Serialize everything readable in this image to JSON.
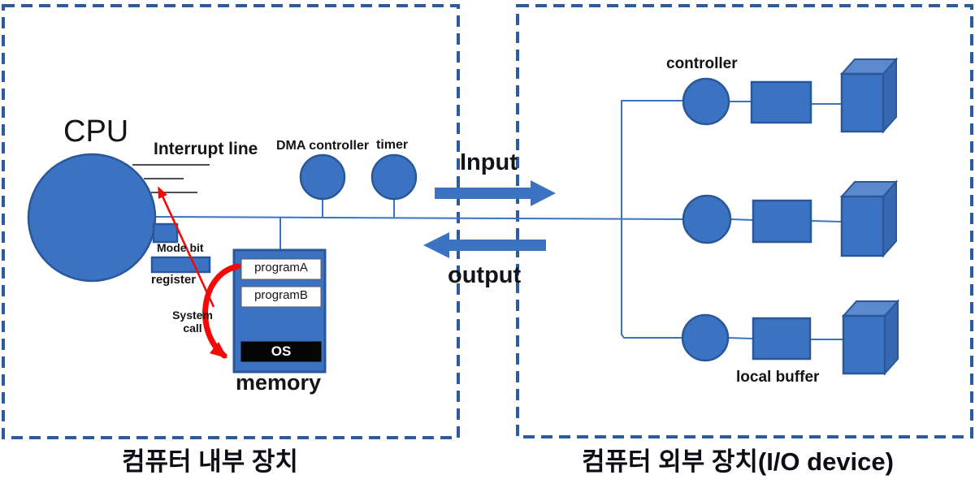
{
  "diagram": {
    "internal": {
      "caption": "컴퓨터 내부 장치",
      "cpu": "CPU",
      "interrupt_line": "Interrupt line",
      "dma_controller": "DMA controller",
      "timer": "timer",
      "mode_bit": "Mode bit",
      "register": "register",
      "system_call_line1": "System",
      "system_call_line2": "call",
      "memory": "memory",
      "program_a": "programA",
      "program_b": "programB",
      "os": "OS"
    },
    "bus": {
      "input": "Input",
      "output": "output"
    },
    "external": {
      "caption": "컴퓨터 외부 장치(I/O device)",
      "controller": "controller",
      "local_buffer": "local buffer"
    },
    "colors": {
      "shape_fill": "#3b73c2",
      "shape_border": "#2a5799",
      "box_top": "#5b89ce",
      "box_side": "#3668b2",
      "dash_border": "#2d5c9e",
      "line_blue": "#3b73c2",
      "arrow_red": "#f70808",
      "ink": "#141414"
    }
  }
}
